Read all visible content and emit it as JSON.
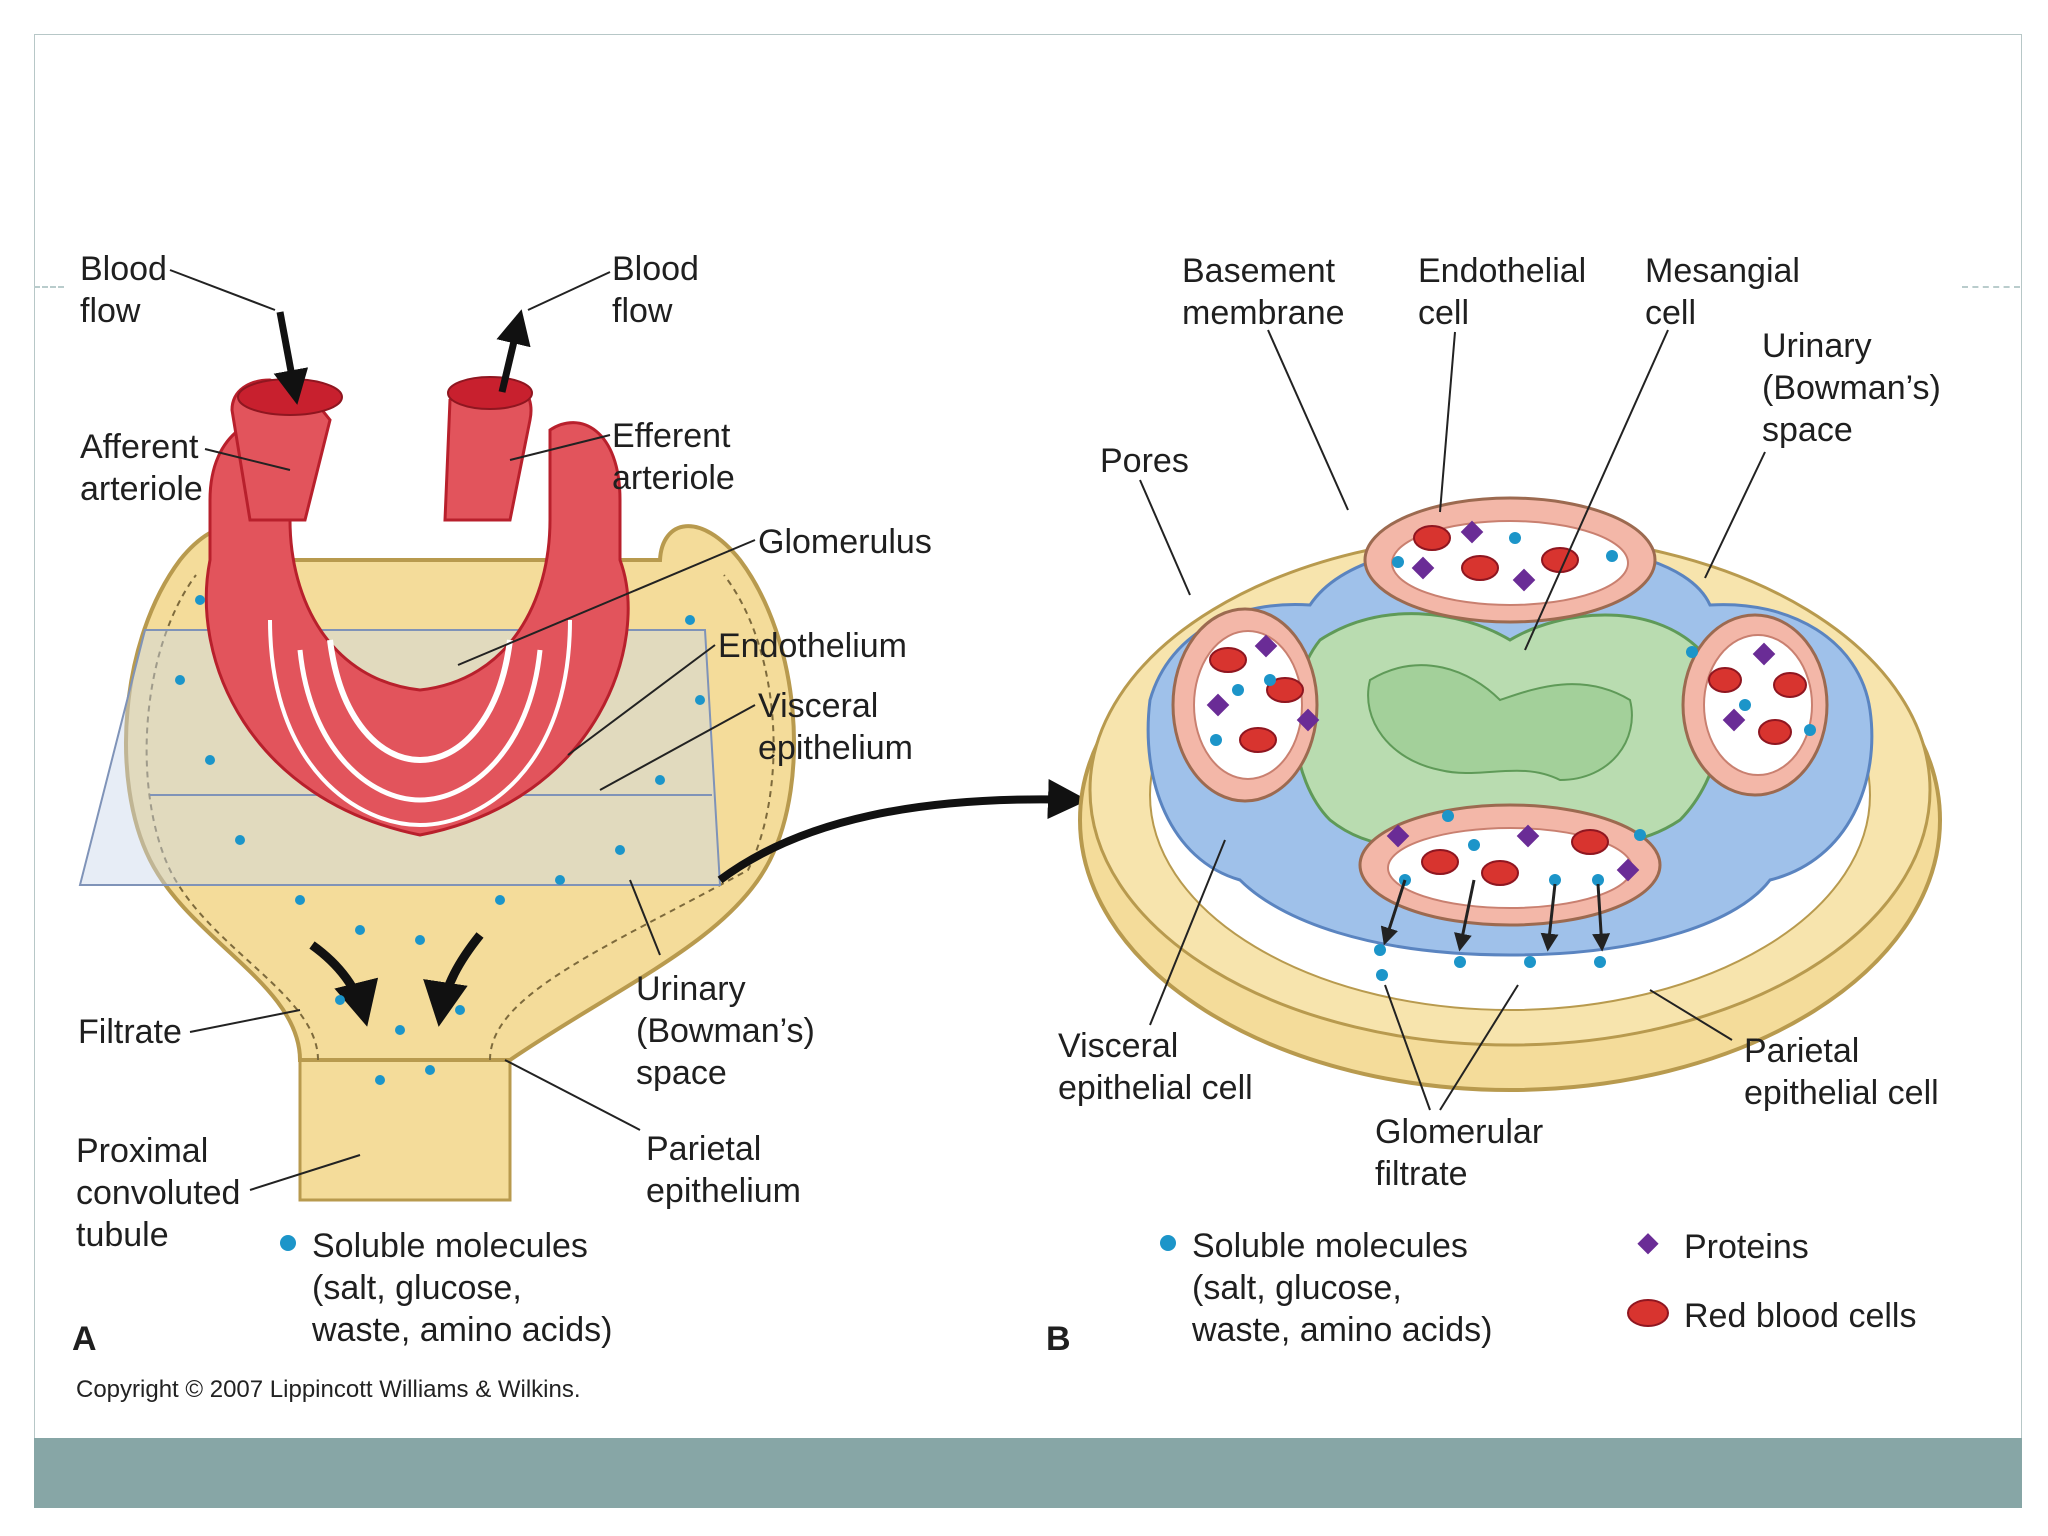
{
  "panel_a": {
    "letter": "A",
    "blood_flow_in": [
      "Blood",
      "flow"
    ],
    "blood_flow_out": [
      "Blood",
      "flow"
    ],
    "afferent": [
      "Afferent",
      "arteriole"
    ],
    "efferent": [
      "Efferent",
      "arteriole"
    ],
    "glomerulus": [
      "Glomerulus"
    ],
    "endothelium": [
      "Endothelium"
    ],
    "visceral_epithelium": [
      "Visceral",
      "epithelium"
    ],
    "urinary_space": [
      "Urinary",
      "(Bowman’s)",
      "space"
    ],
    "filtrate": [
      "Filtrate"
    ],
    "proximal": [
      "Proximal",
      "convoluted",
      "tubule"
    ],
    "parietal_epithelium": [
      "Parietal",
      "epithelium"
    ],
    "legend_soluble": [
      "Soluble molecules",
      "(salt, glucose,",
      "waste, amino acids)"
    ]
  },
  "panel_b": {
    "letter": "B",
    "basement": [
      "Basement",
      "membrane"
    ],
    "endothelial_cell": [
      "Endothelial",
      "cell"
    ],
    "mesangial_cell": [
      "Mesangial",
      "cell"
    ],
    "urinary_space": [
      "Urinary",
      "(Bowman’s)",
      "space"
    ],
    "pores": [
      "Pores"
    ],
    "visceral_cell": [
      "Visceral",
      "epithelial cell"
    ],
    "glomerular_filtrate": [
      "Glomerular",
      "filtrate"
    ],
    "parietal_cell": [
      "Parietal",
      "epithelial cell"
    ],
    "legend_soluble": [
      "Soluble molecules",
      "(salt, glucose,",
      "waste, amino acids)"
    ],
    "legend_proteins": "Proteins",
    "legend_rbc": "Red blood cells"
  },
  "copyright": "Copyright © 2007 Lippincott Williams & Wilkins.",
  "colors": {
    "vessel": "#e2545c",
    "vessel_dark": "#b8202c",
    "capsule": "#f4dc9a",
    "capsule_edge": "#b89a4e",
    "mesangium": "#b9dcb0",
    "epithelium_blue": "#9fc1ea",
    "soluble": "#1c95c9",
    "protein": "#6a2c96",
    "rbc": "#d8342f",
    "footer": "#87a6a6"
  }
}
